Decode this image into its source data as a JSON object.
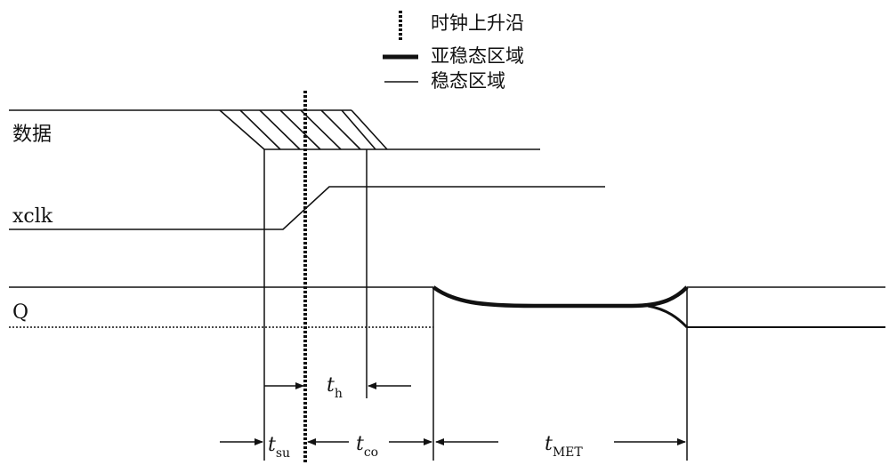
{
  "legend": {
    "clock_edge": "时钟上升沿",
    "metastable": "亚稳态区域",
    "stable": "稳态区域"
  },
  "signals": {
    "data": "数据",
    "xclk": "xclk",
    "q": "Q"
  },
  "timing": {
    "t": "t",
    "su": "su",
    "h": "h",
    "co": "co",
    "met": "MET"
  }
}
